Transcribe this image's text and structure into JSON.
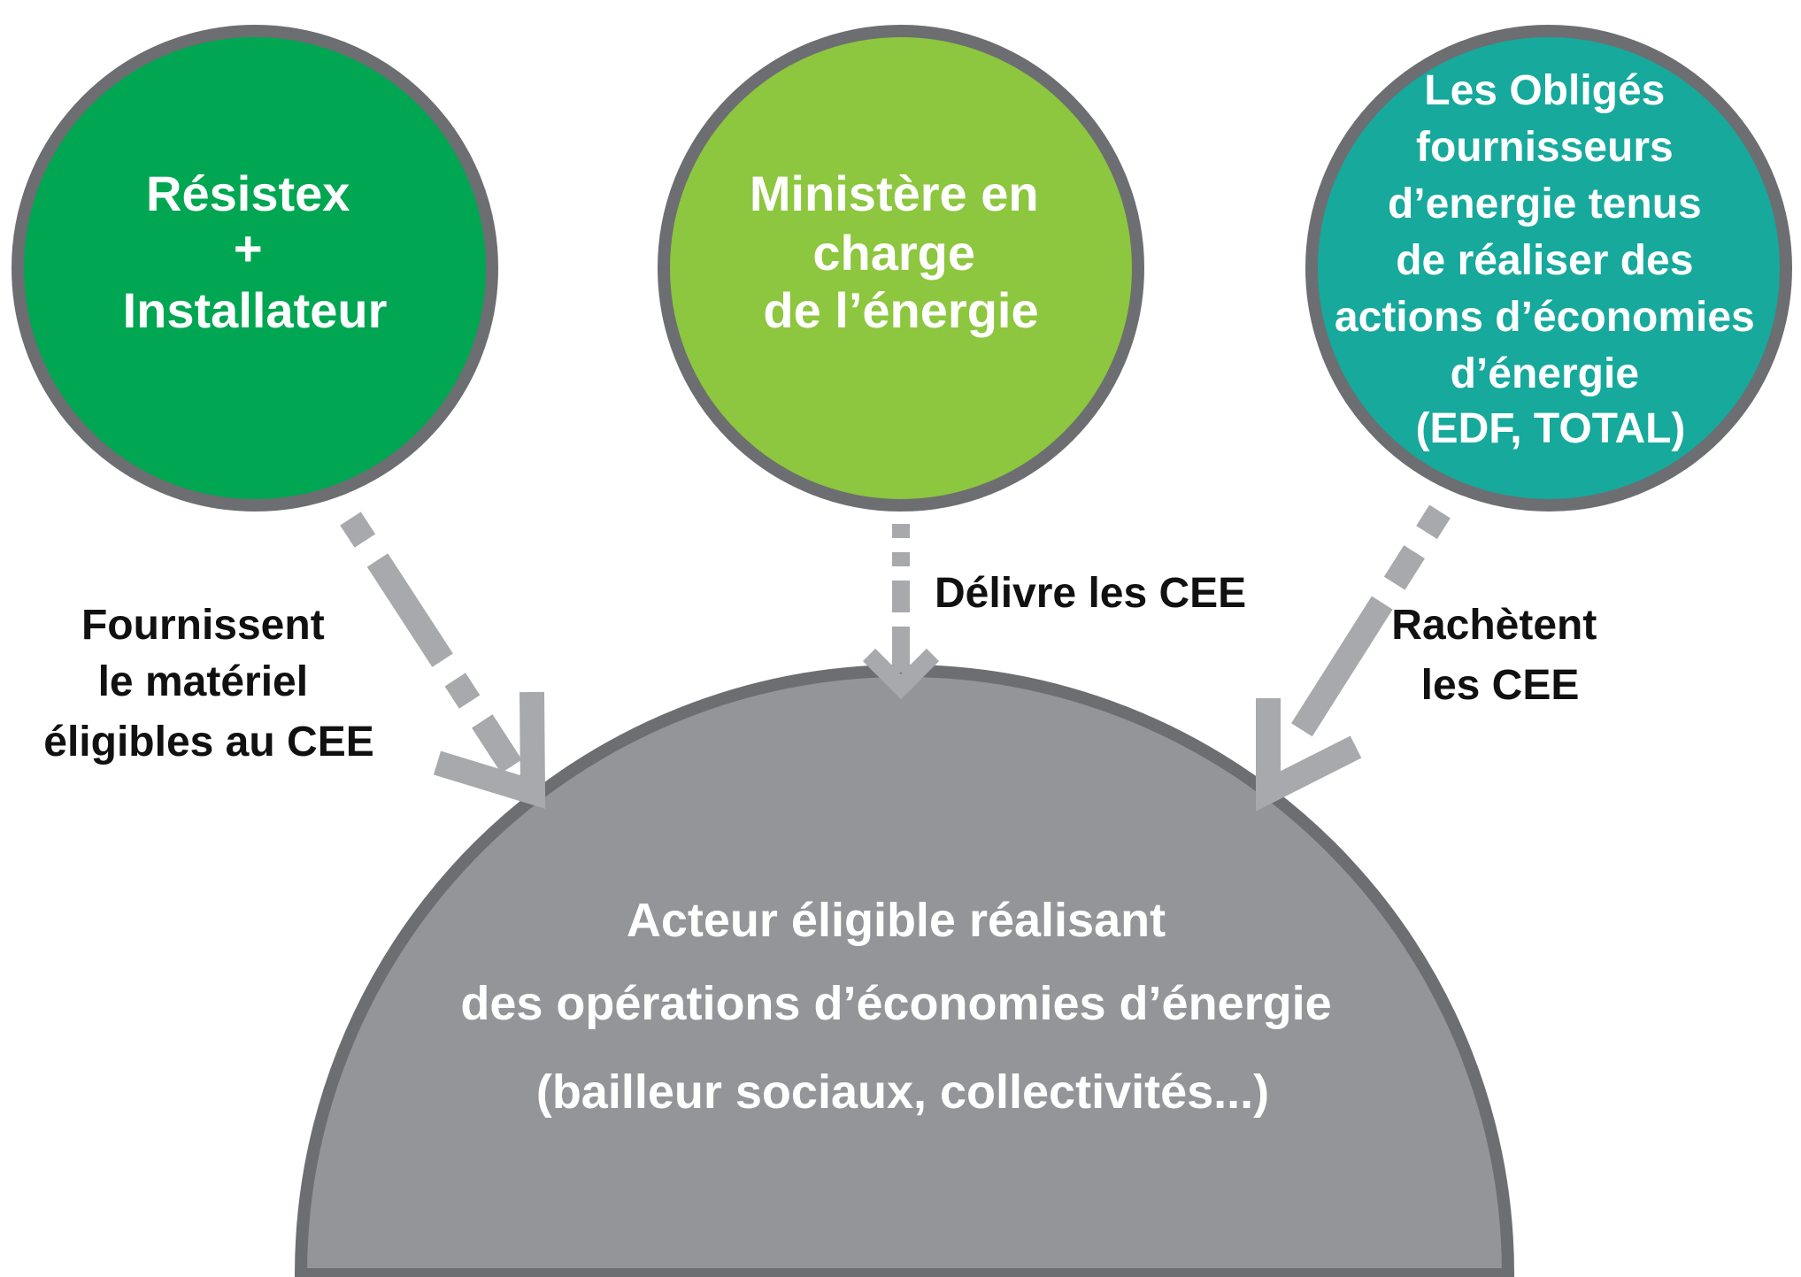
{
  "colors": {
    "circle_1": "#00a651",
    "circle_2": "#8dc63f",
    "circle_3": "#16a99c",
    "border": "#6d6e71",
    "dome": "#939598",
    "arrow": "#a7a9ac",
    "label_text": "#111111"
  },
  "nodes": {
    "resistex": {
      "lines": [
        "Résistex",
        "+",
        "Installateur"
      ]
    },
    "ministere": {
      "lines": [
        "Ministère en",
        "charge",
        "de l’énergie"
      ]
    },
    "obliges": {
      "lines": [
        "Les Obligés",
        "fournisseurs",
        "d’energie tenus",
        "de réaliser des",
        "actions d’économies",
        "d’énergie",
        "(EDF, TOTAL)"
      ]
    },
    "acteur": {
      "lines": [
        "Acteur éligible réalisant",
        "des opérations d’économies d’énergie",
        "(bailleur sociaux, collectivités...)"
      ]
    }
  },
  "edges": {
    "fournissent": {
      "lines": [
        "Fournissent",
        "le matériel",
        "éligibles au CEE"
      ]
    },
    "delivre": {
      "lines": [
        "Délivre les CEE"
      ]
    },
    "rachetent": {
      "lines": [
        "Rachètent",
        "les CEE"
      ]
    }
  }
}
